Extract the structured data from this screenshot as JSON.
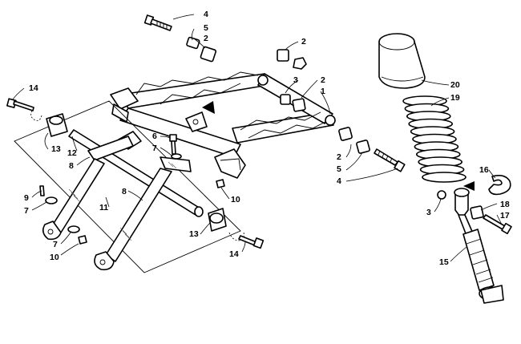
{
  "callouts": [
    {
      "id": "c4a",
      "text": "4"
    },
    {
      "id": "c5a",
      "text": "5"
    },
    {
      "id": "c2a",
      "text": "2"
    },
    {
      "id": "c2b",
      "text": "2"
    },
    {
      "id": "c3a",
      "text": "3"
    },
    {
      "id": "c2c",
      "text": "2"
    },
    {
      "id": "c1",
      "text": "1"
    },
    {
      "id": "c20",
      "text": "20"
    },
    {
      "id": "c19",
      "text": "19"
    },
    {
      "id": "c14a",
      "text": "14"
    },
    {
      "id": "c13a",
      "text": "13"
    },
    {
      "id": "c12",
      "text": "12"
    },
    {
      "id": "c6",
      "text": "6"
    },
    {
      "id": "c7a",
      "text": "7"
    },
    {
      "id": "c8a",
      "text": "8"
    },
    {
      "id": "c2d",
      "text": "2"
    },
    {
      "id": "c5b",
      "text": "5"
    },
    {
      "id": "c4b",
      "text": "4"
    },
    {
      "id": "c16",
      "text": "16"
    },
    {
      "id": "c9",
      "text": "9"
    },
    {
      "id": "c7b",
      "text": "7"
    },
    {
      "id": "c8b",
      "text": "8"
    },
    {
      "id": "c11",
      "text": "11"
    },
    {
      "id": "c10a",
      "text": "10"
    },
    {
      "id": "c3b",
      "text": "3"
    },
    {
      "id": "c18",
      "text": "18"
    },
    {
      "id": "c17",
      "text": "17"
    },
    {
      "id": "c7c",
      "text": "7"
    },
    {
      "id": "c13b",
      "text": "13"
    },
    {
      "id": "c10b",
      "text": "10"
    },
    {
      "id": "c14b",
      "text": "14"
    },
    {
      "id": "c15",
      "text": "15"
    }
  ]
}
